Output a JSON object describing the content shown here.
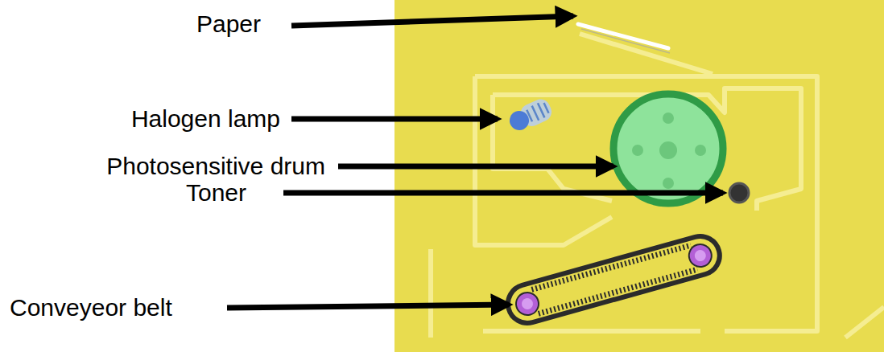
{
  "diagram": {
    "labels": [
      "Paper",
      "Halogen lamp",
      "Photosensitive drum",
      "Toner",
      "Conveyeor belt"
    ]
  }
}
